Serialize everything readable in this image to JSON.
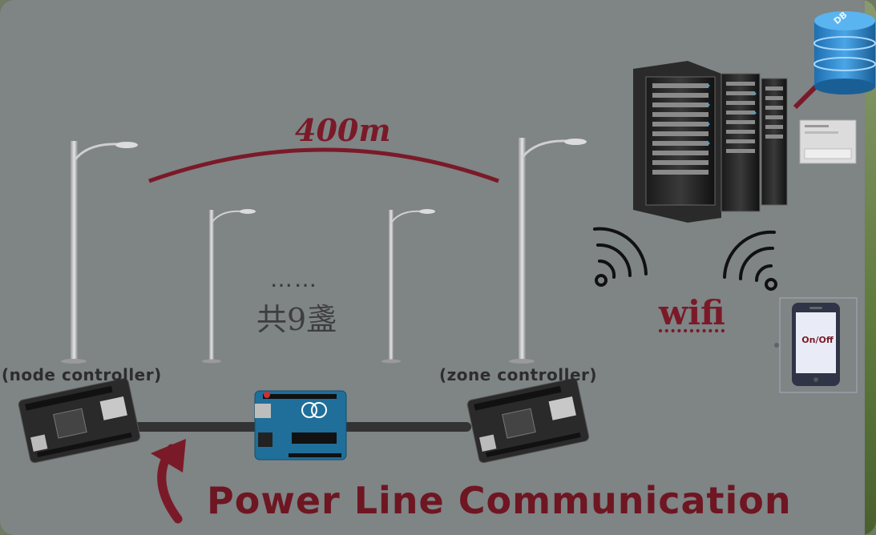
{
  "labels": {
    "node_controller": "(node controller)",
    "zone_controller": "(zone controller)",
    "distance": "400m",
    "ellipsis": "……",
    "lamp_count": "共9盞",
    "wifi": "wifi",
    "power_line": "Power Line Communication",
    "phone_button": "On/Off",
    "database": "DB"
  },
  "colors": {
    "background": "#7f8485",
    "accent": "#7a1a28",
    "cable": "#333333",
    "arduino": "#1f6f9a",
    "database": "#2b82c4"
  },
  "icons": {
    "street_lamps": "street-lamp-icon",
    "controllers": "controller-board-icon",
    "microcontroller": "arduino-board-icon",
    "servers": "server-rack-icon",
    "database": "database-icon",
    "wireless": "wifi-signal-icon",
    "phone": "smartphone-icon",
    "arrow": "curved-arrow-icon"
  }
}
